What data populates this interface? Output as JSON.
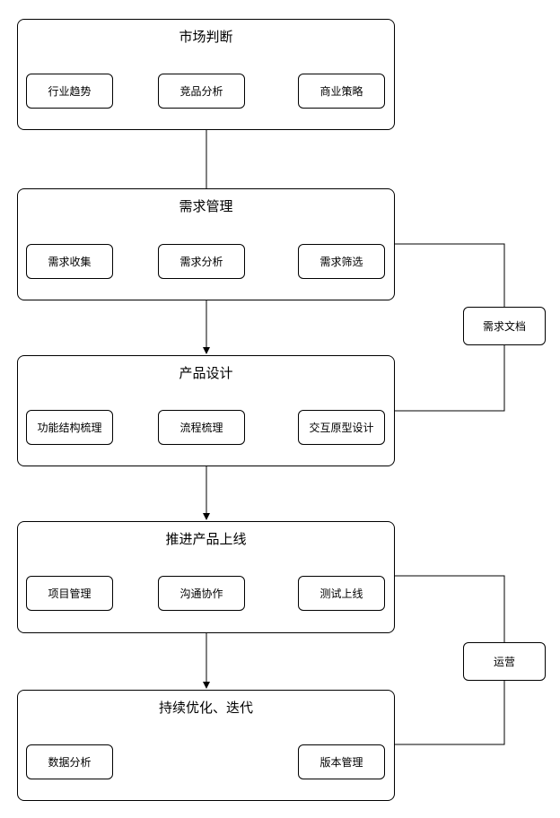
{
  "stages": [
    {
      "title": "市场判断",
      "nodes": [
        "行业趋势",
        "竞品分析",
        "商业策略"
      ]
    },
    {
      "title": "需求管理",
      "nodes": [
        "需求收集",
        "需求分析",
        "需求筛选"
      ]
    },
    {
      "title": "产品设计",
      "nodes": [
        "功能结构梳理",
        "流程梳理",
        "交互原型设计"
      ]
    },
    {
      "title": "推进产品上线",
      "nodes": [
        "项目管理",
        "沟通协作",
        "测试上线"
      ]
    },
    {
      "title": "持续优化、迭代",
      "nodes": [
        "数据分析",
        "版本管理"
      ]
    }
  ],
  "side_nodes": {
    "doc": "需求文档",
    "ops": "运营"
  }
}
